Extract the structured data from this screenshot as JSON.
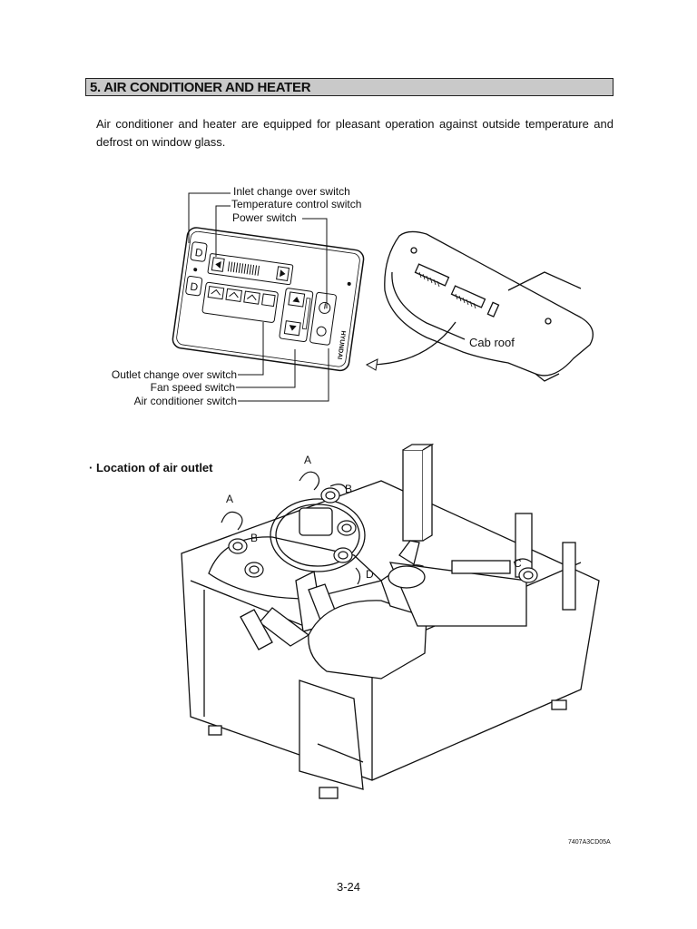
{
  "section": {
    "title": "5. AIR CONDITIONER AND HEATER"
  },
  "intro": "Air conditioner and heater are equipped for pleasant operation against outside temperature and defrost on window glass.",
  "panel_labels": {
    "inlet": "Inlet change over switch",
    "temperature": "Temperature control switch",
    "power": "Power switch",
    "outlet": "Outlet change over switch",
    "fan": "Fan speed switch",
    "ac": "Air conditioner switch"
  },
  "panel_brand": "HYUNDAI",
  "cab_roof": "Cab roof",
  "location_heading": "· Location of air outlet",
  "outlet_labels": {
    "a1": "A",
    "a2": "A",
    "b1": "B",
    "b2": "B",
    "c": "C",
    "d": "D"
  },
  "figure_code": "7407A3CD05A",
  "page_number": "3-24"
}
